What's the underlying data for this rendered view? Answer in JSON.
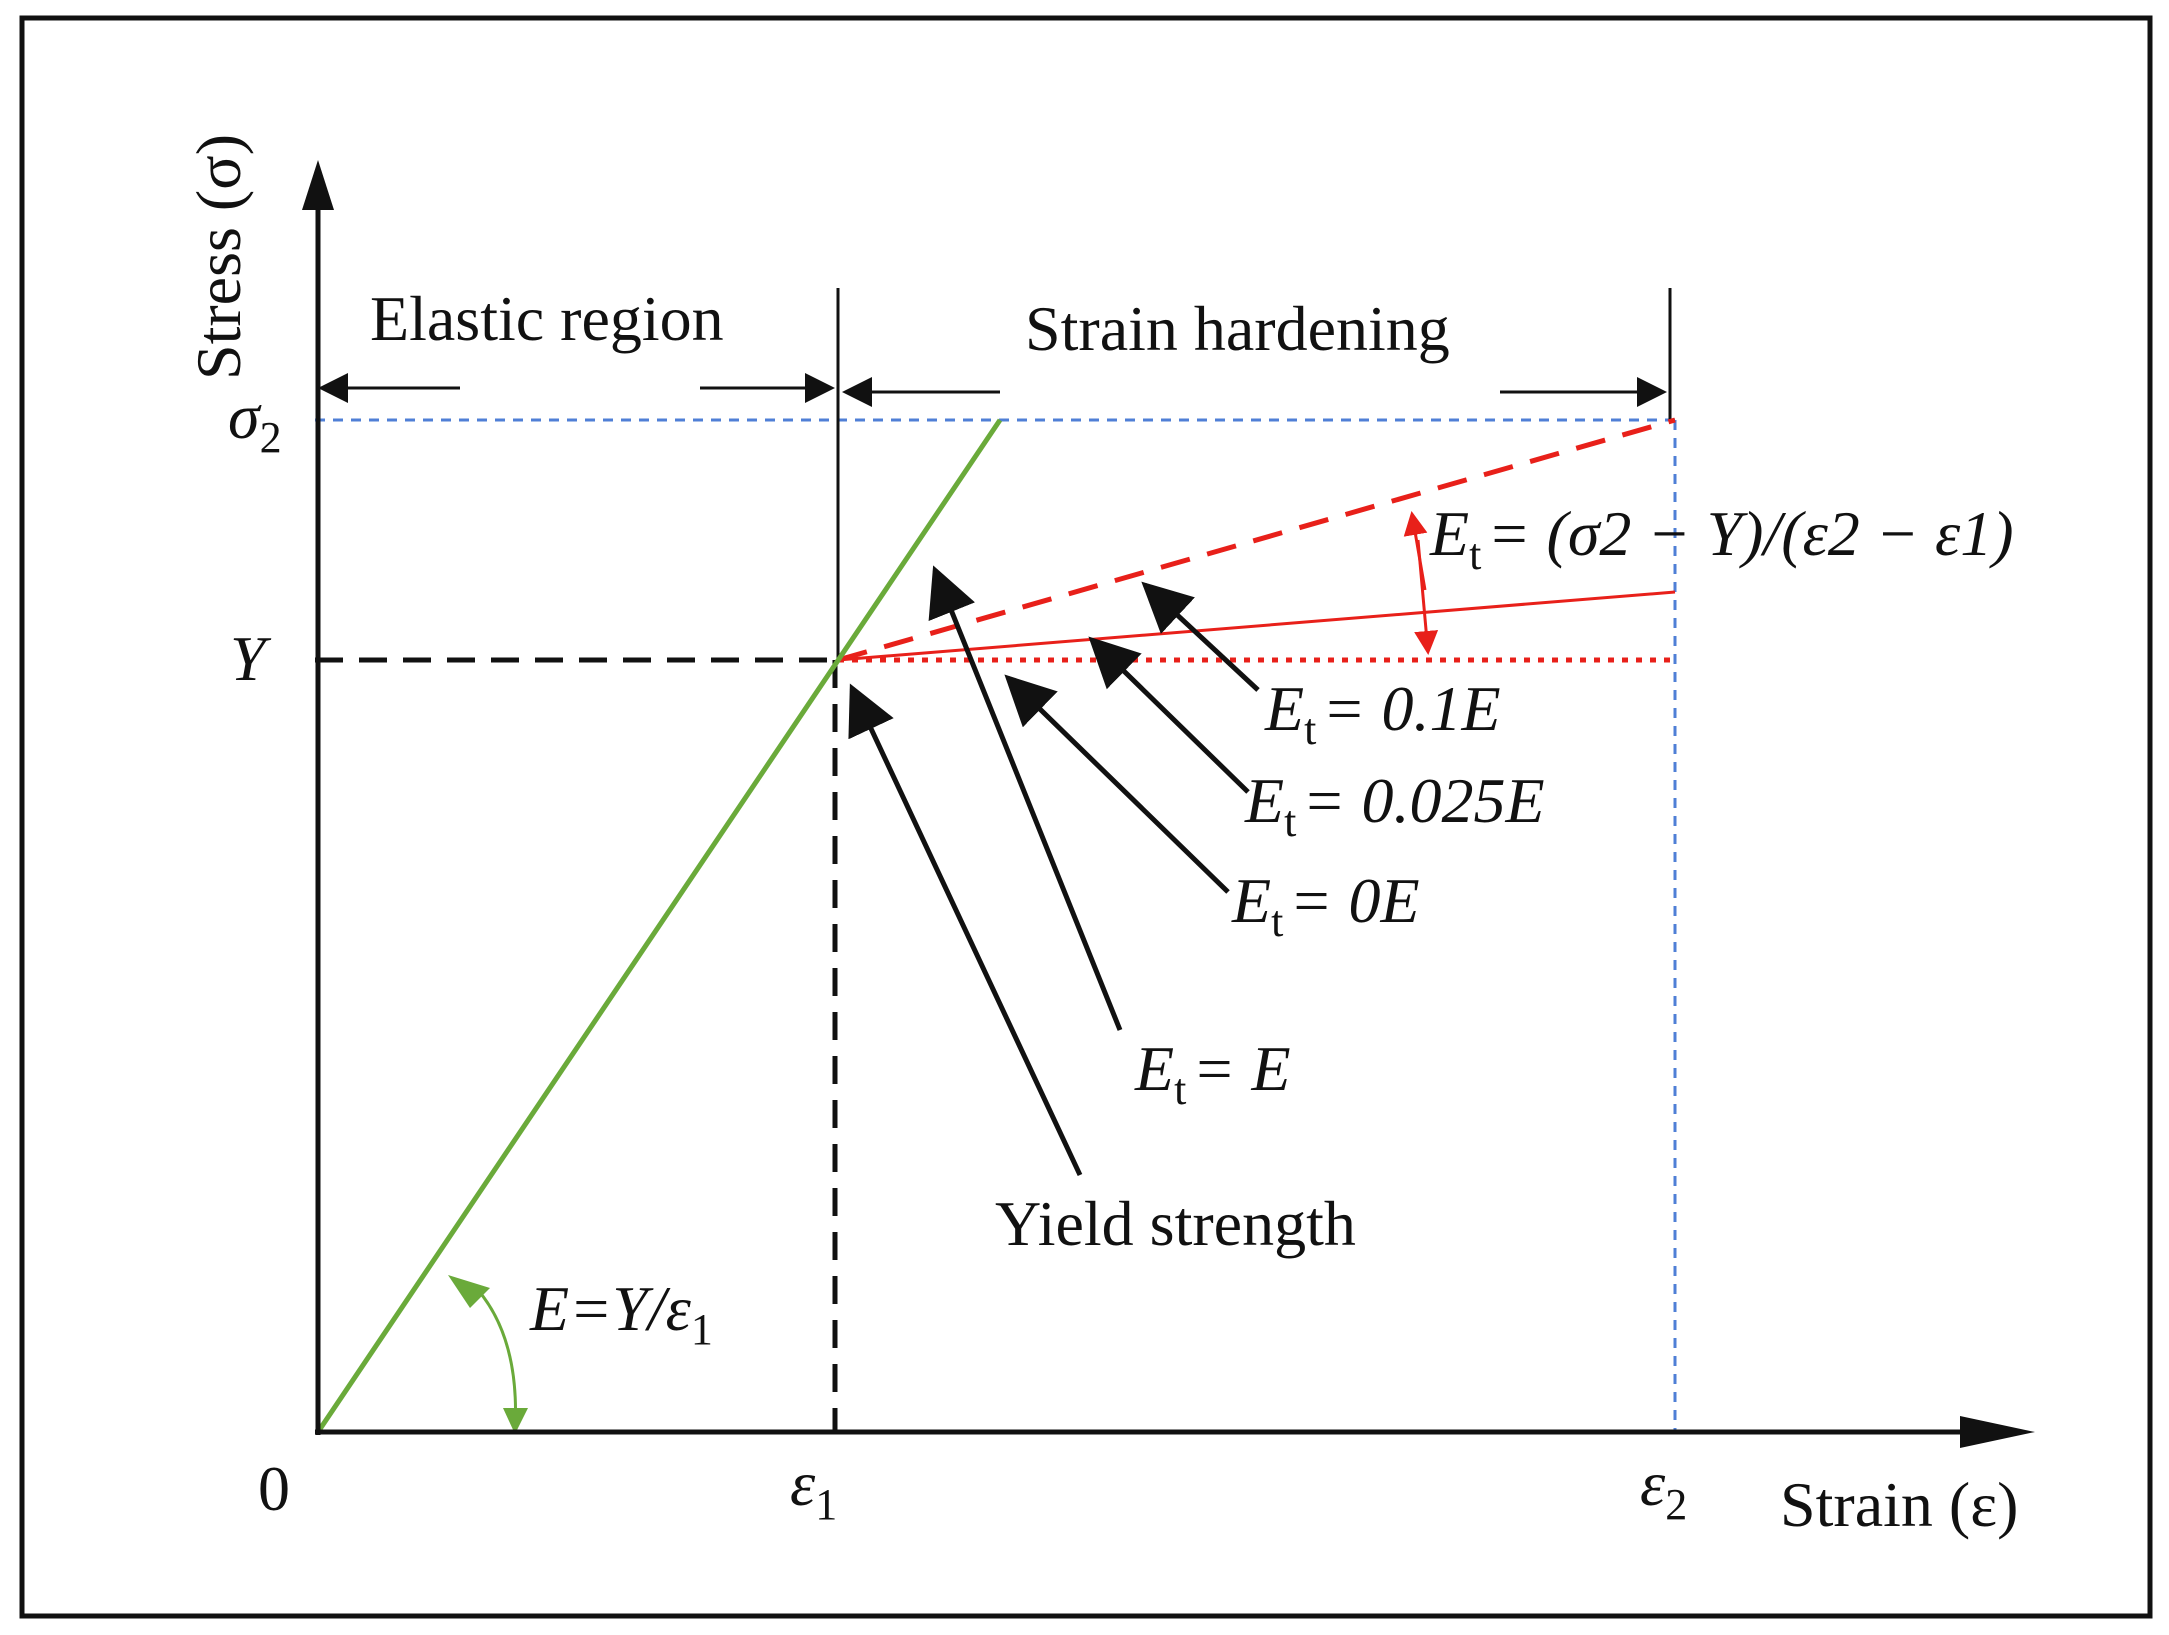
{
  "diagram": {
    "y_axis_label": "Stress (σ)",
    "x_axis_label": "Strain (ε)",
    "origin_label": "0",
    "y_ticks": {
      "sigma2": {
        "base": "σ",
        "sub": "2"
      },
      "Y": "Y"
    },
    "x_ticks": {
      "eps1": {
        "base": "ε",
        "sub": "1"
      },
      "eps2": {
        "base": "ε",
        "sub": "2"
      }
    },
    "regions": {
      "elastic": "Elastic region",
      "hardening": "Strain hardening"
    },
    "annotations": {
      "modulus": {
        "pre": "E=Y/",
        "eps": "ε",
        "sub": "1"
      },
      "et_formula": "= (σ2 − Y)/(ε2 − ε1)",
      "et_01": "= 0.1E",
      "et_0025": "= 0.025E",
      "et_0": "= 0E",
      "et_E": "= E",
      "yield": "Yield strength"
    },
    "et_symbol": {
      "base": "E",
      "sub": "t"
    },
    "colors": {
      "elastic_line": "#6aaa3a",
      "hardening_lines": "#e8201a",
      "guide_blue": "#4f7fd6",
      "black": "#111111"
    }
  }
}
